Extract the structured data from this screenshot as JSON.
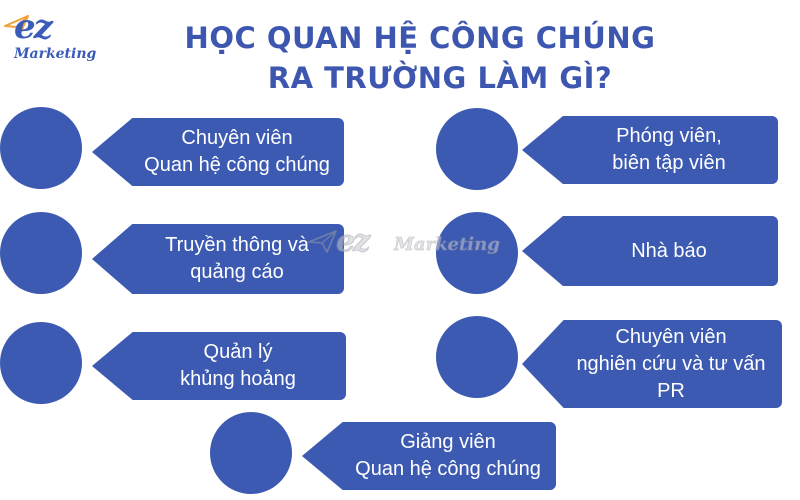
{
  "logo": {
    "mark": "ez",
    "word": "Marketing",
    "icon": "paper-plane-icon"
  },
  "title": {
    "line1": "HỌC QUAN HỆ CÔNG CHÚNG",
    "line2": "RA TRƯỜNG LÀM GÌ?"
  },
  "watermark": {
    "mark": "ez",
    "word": "Marketing"
  },
  "colors": {
    "primary": "#3d5ab2",
    "title": "#3d56b0",
    "text_on_primary": "#ffffff"
  },
  "careers": [
    {
      "lines": [
        "Chuyên viên",
        "Quan hệ công chúng"
      ]
    },
    {
      "lines": [
        "Truyền thông và",
        "quảng cáo"
      ]
    },
    {
      "lines": [
        "Quản lý",
        "khủng hoảng"
      ]
    },
    {
      "lines": [
        "Giảng viên",
        "Quan hệ công chúng"
      ]
    },
    {
      "lines": [
        "Phóng viên,",
        "biên tập viên"
      ]
    },
    {
      "lines": [
        "Nhà báo"
      ]
    },
    {
      "lines": [
        "Chuyên viên",
        "nghiên cứu và tư vấn",
        "PR"
      ]
    }
  ]
}
